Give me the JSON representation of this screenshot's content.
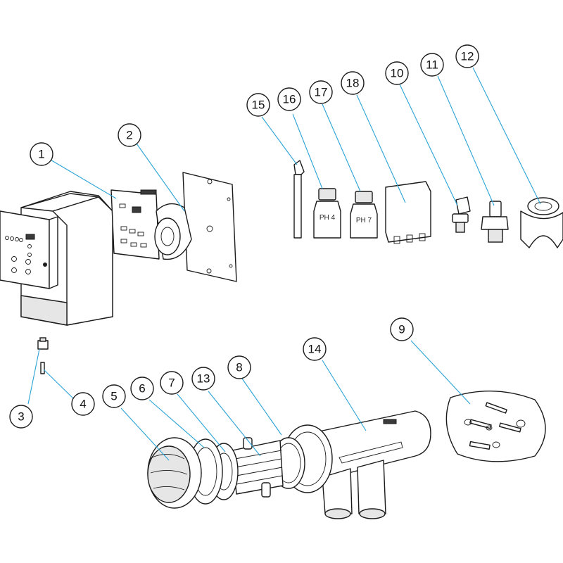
{
  "diagram": {
    "callouts": [
      {
        "id": "1",
        "label": "1"
      },
      {
        "id": "2",
        "label": "2"
      },
      {
        "id": "3",
        "label": "3"
      },
      {
        "id": "4",
        "label": "4"
      },
      {
        "id": "5",
        "label": "5"
      },
      {
        "id": "6",
        "label": "6"
      },
      {
        "id": "7",
        "label": "7"
      },
      {
        "id": "8",
        "label": "8"
      },
      {
        "id": "9",
        "label": "9"
      },
      {
        "id": "10",
        "label": "10"
      },
      {
        "id": "11",
        "label": "11"
      },
      {
        "id": "12",
        "label": "12"
      },
      {
        "id": "13",
        "label": "13"
      },
      {
        "id": "14",
        "label": "14"
      },
      {
        "id": "15",
        "label": "15"
      },
      {
        "id": "16",
        "label": "16"
      },
      {
        "id": "17",
        "label": "17"
      },
      {
        "id": "18",
        "label": "18"
      }
    ],
    "bottle_labels": {
      "ph4": "PH 4",
      "ph7": "PH 7"
    },
    "leader_color": "#2aa3d6"
  }
}
